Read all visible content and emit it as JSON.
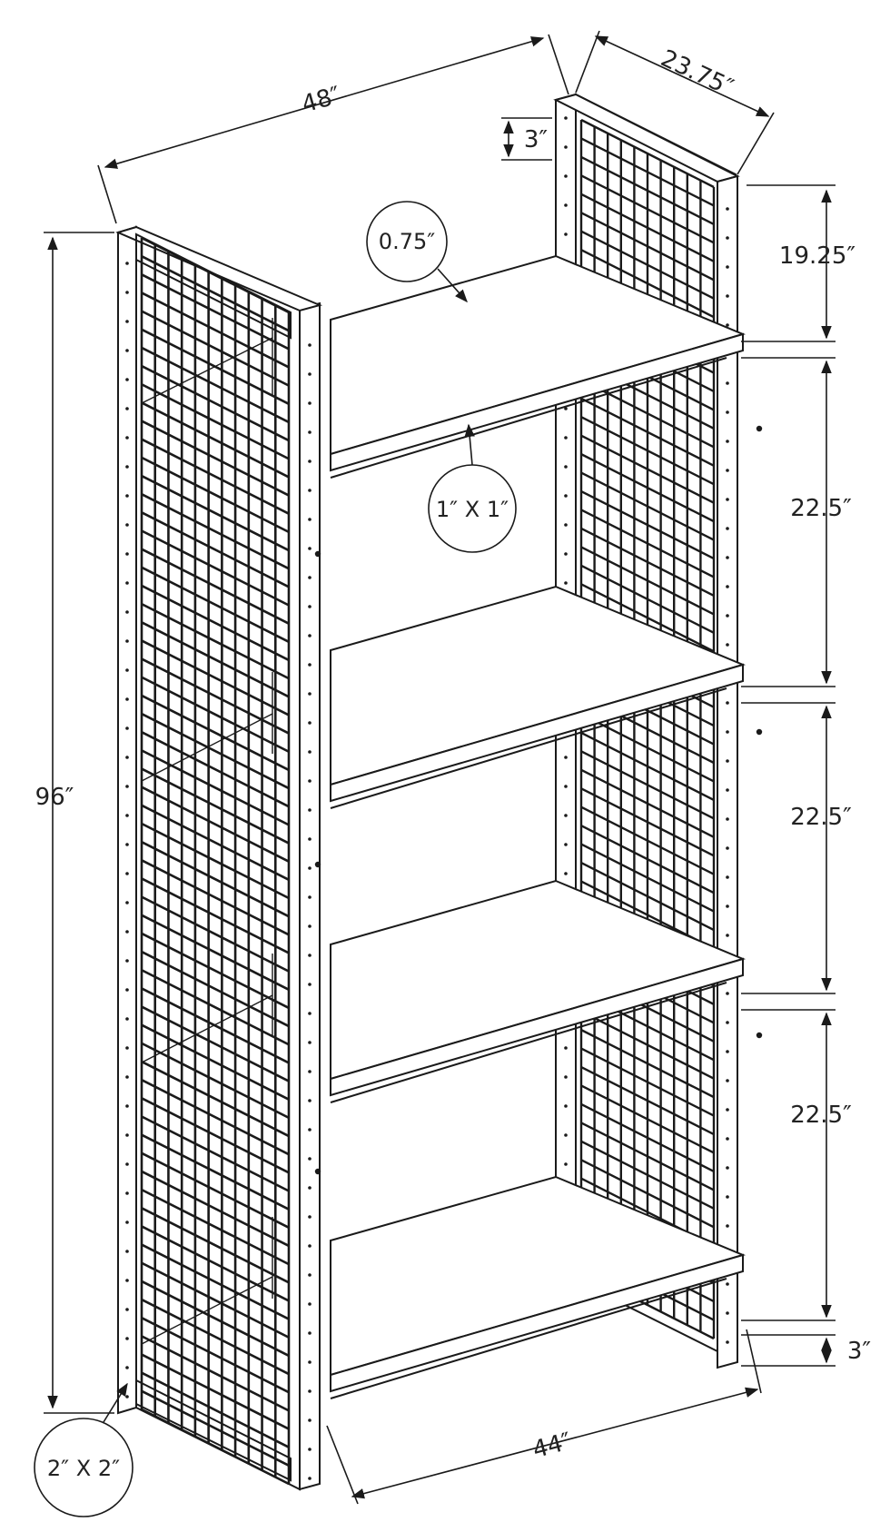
{
  "dimensions": {
    "width": "48″",
    "depth": "23.75″",
    "height": "96″",
    "top_offset": "3″",
    "top_gap": "19.25″",
    "gap_1": "22.5″",
    "gap_2": "22.5″",
    "gap_3": "22.5″",
    "bottom_offset": "3″",
    "inner_width": "44″"
  },
  "callouts": {
    "shelf_thickness": "0.75″",
    "grid_size": "1″ X 1″",
    "post_size": "2″ X 2″"
  },
  "colors": {
    "line": "#1a1a1a",
    "background": "#ffffff"
  }
}
